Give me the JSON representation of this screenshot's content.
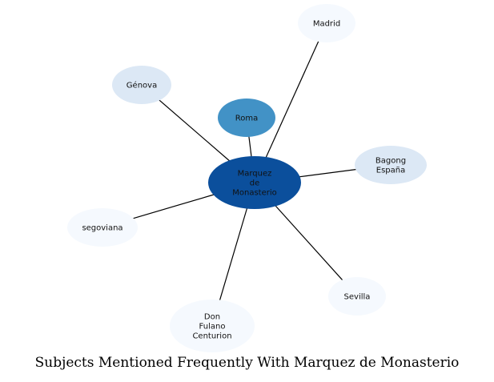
{
  "caption": "Subjects Mentioned Frequently With Marquez de Monasterio",
  "center": {
    "id": "marquez",
    "label": [
      "Marquez",
      "de",
      "Monasterio"
    ],
    "color": "#0b4f9c"
  },
  "nodes": [
    {
      "id": "madrid",
      "label": [
        "Madrid"
      ],
      "color": "#f5f9fe"
    },
    {
      "id": "genova",
      "label": [
        "Génova"
      ],
      "color": "#dce8f5"
    },
    {
      "id": "roma",
      "label": [
        "Roma"
      ],
      "color": "#4292c6"
    },
    {
      "id": "bagong-espana",
      "label": [
        "Bagong",
        "España"
      ],
      "color": "#dce8f5"
    },
    {
      "id": "segoviana",
      "label": [
        "segoviana"
      ],
      "color": "#f5f9fe"
    },
    {
      "id": "sevilla",
      "label": [
        "Sevilla"
      ],
      "color": "#f5f9fe"
    },
    {
      "id": "don-fulano-centurion",
      "label": [
        "Don",
        "Fulano",
        "Centurion"
      ],
      "color": "#f5f9fe"
    }
  ]
}
